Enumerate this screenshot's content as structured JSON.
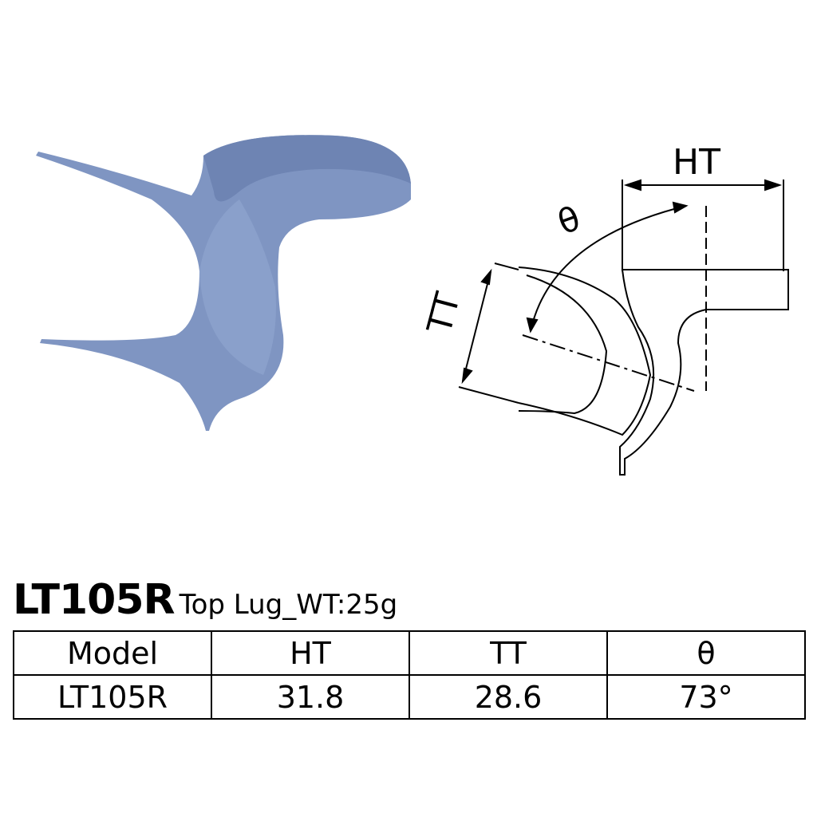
{
  "product": {
    "model": "LT105R",
    "subtitle": "Top Lug_WT:25g"
  },
  "diagram": {
    "ht_label": "HT",
    "tt_label": "TT",
    "theta_label": "θ"
  },
  "spec_table": {
    "headers": [
      "Model",
      "HT",
      "TT",
      "θ"
    ],
    "rows": [
      [
        "LT105R",
        "31.8",
        "28.6",
        "73°"
      ]
    ]
  },
  "colors": {
    "part": "#7f95c2",
    "line": "#000000"
  }
}
